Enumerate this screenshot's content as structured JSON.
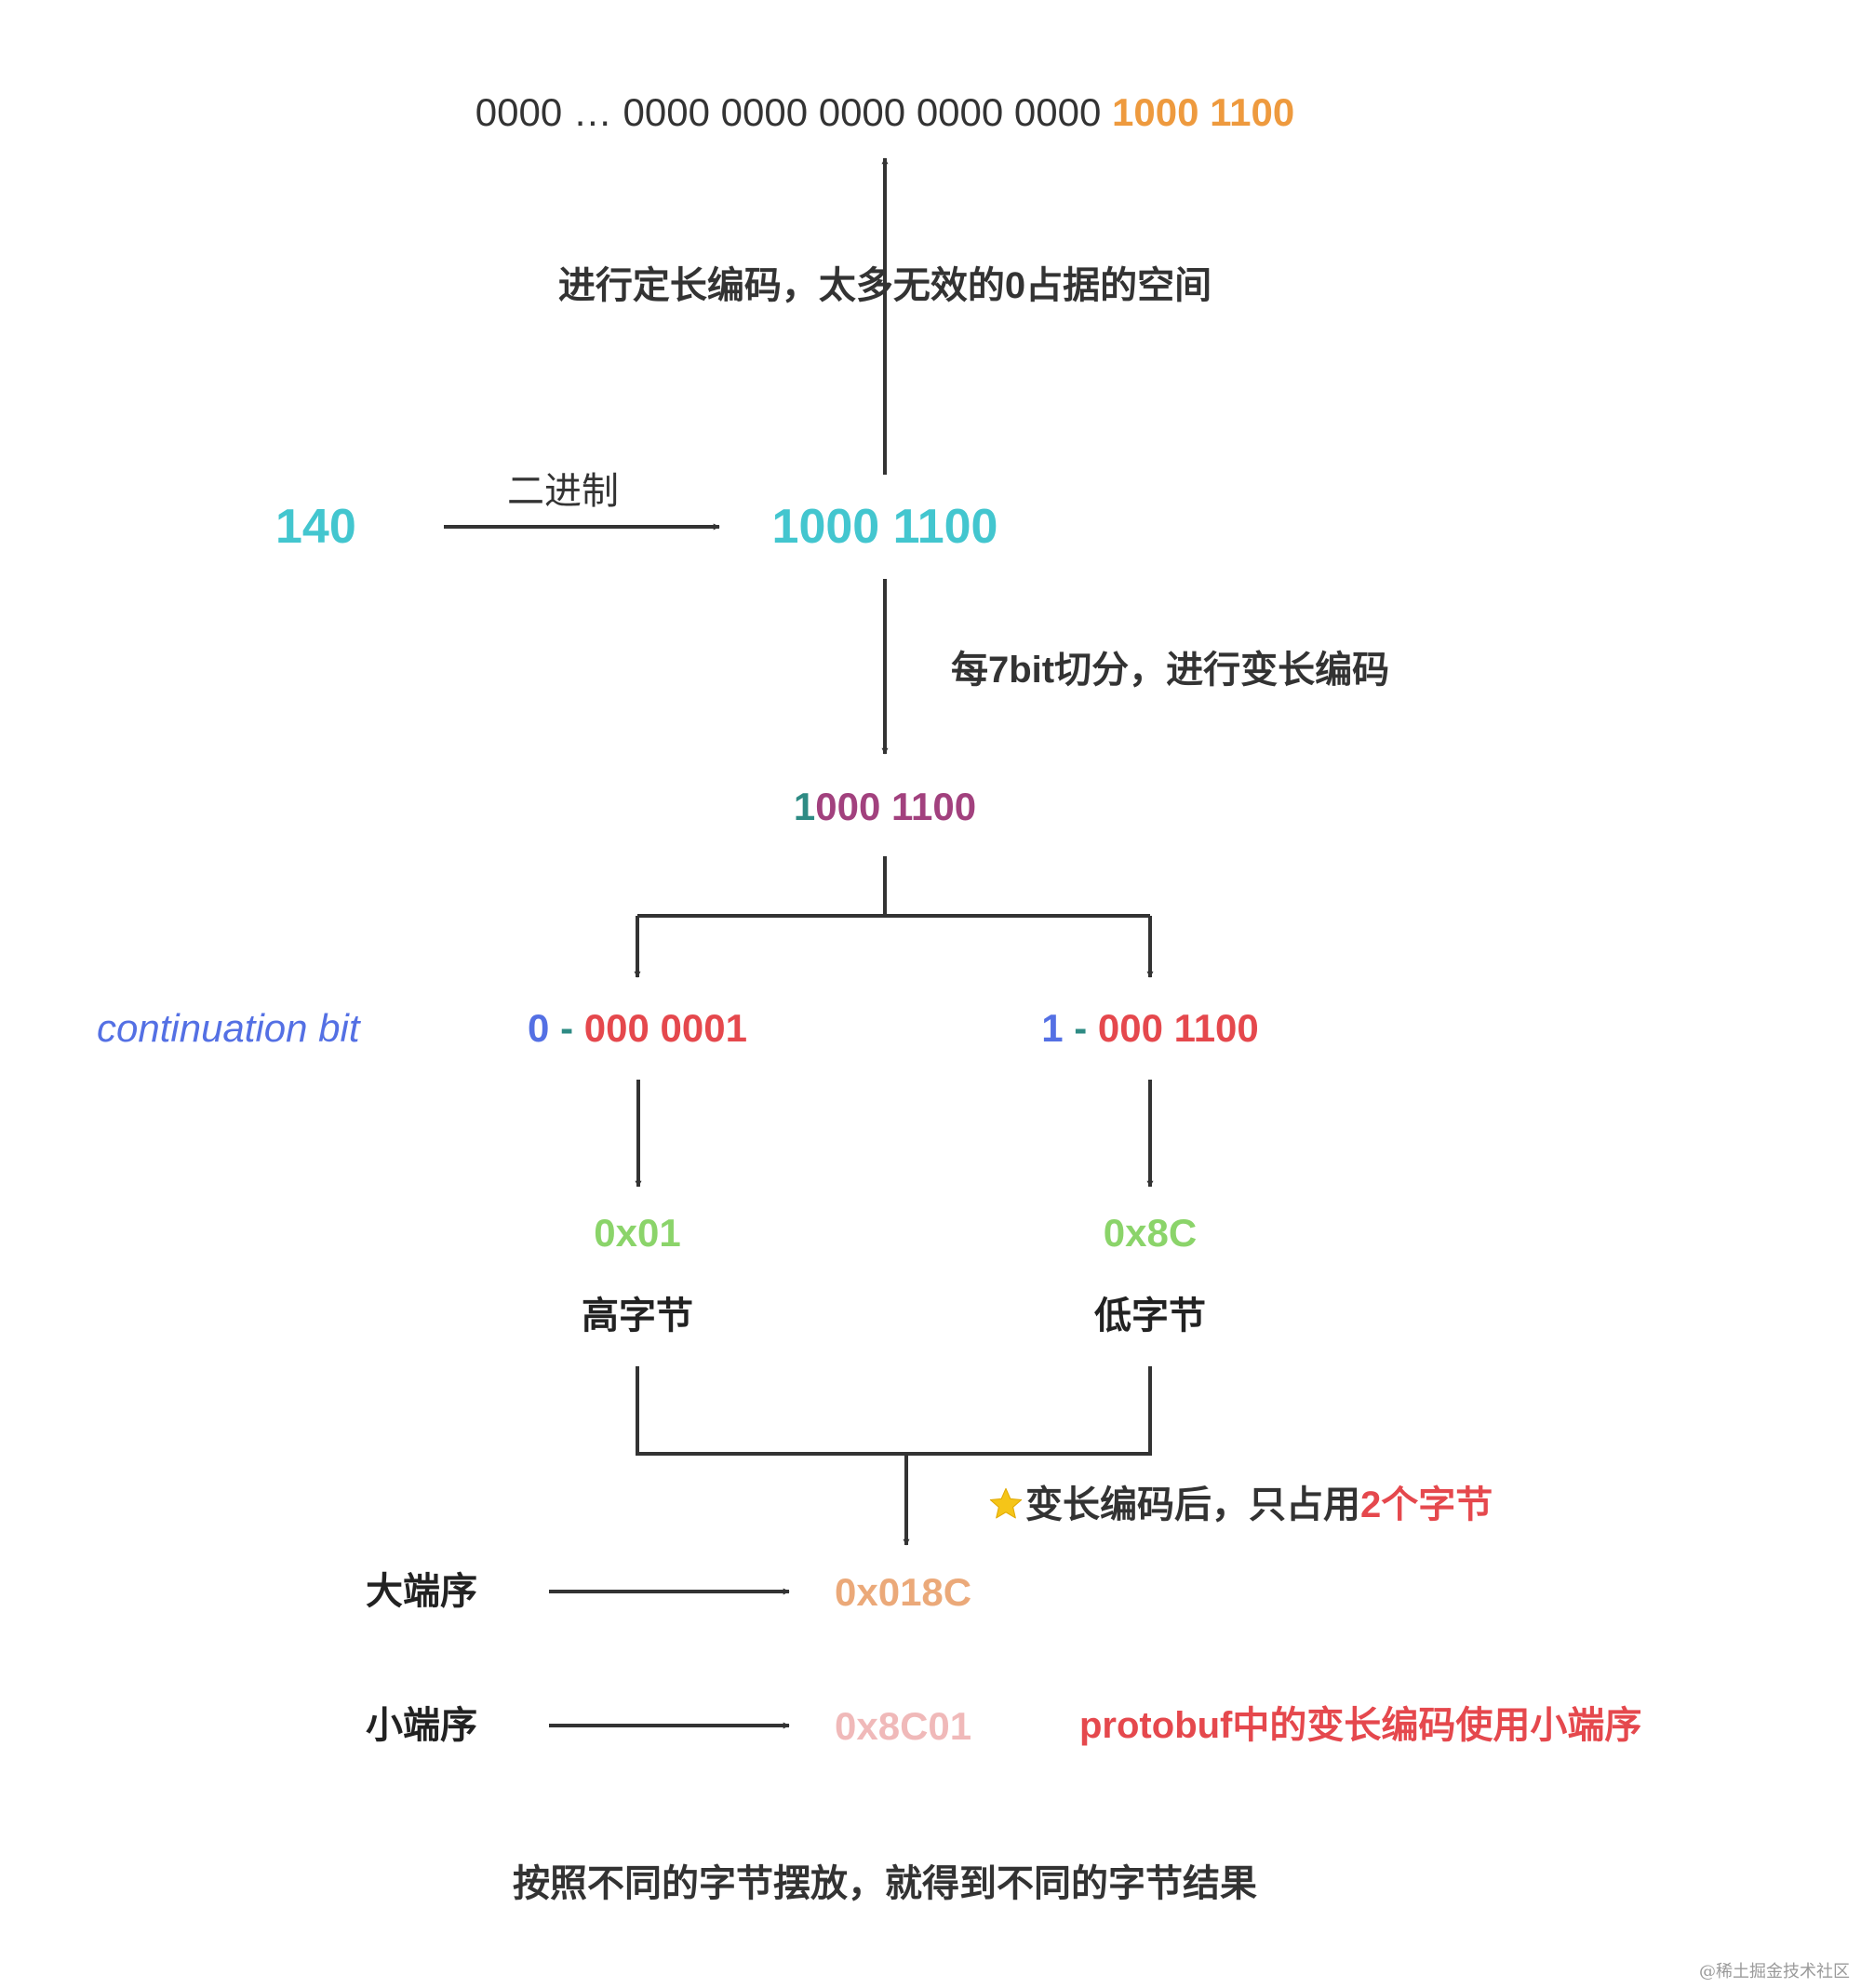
{
  "fixed_length": {
    "zeros": "0000 … 0000 0000 0000 0000 0000",
    "payload": "1000 1100",
    "caption": "进行定长编码，太多无效的0占据的空间"
  },
  "decimal": "140",
  "binary_label": "二进制",
  "binary": "1000 1100",
  "split_caption": "每7bit切分，进行变长编码",
  "split_binary": {
    "first_bit": "1",
    "rest": "000 1100"
  },
  "continuation_label": "continuation bit",
  "high_group": {
    "cont_bit": "0",
    "dash": "-",
    "bits": "000 0001",
    "hex": "0x01",
    "label": "高字节"
  },
  "low_group": {
    "cont_bit": "1",
    "dash": "-",
    "bits": "000 1100",
    "hex": "0x8C",
    "label": "低字节"
  },
  "result_note": {
    "icon": "star-icon",
    "text": "变长编码后，只占用",
    "highlight": "2个字节"
  },
  "big_endian": {
    "label": "大端序",
    "value": "0x018C"
  },
  "little_endian": {
    "label": "小端序",
    "value": "0x8C01"
  },
  "protobuf_note": "protobuf中的变长编码使用小端序",
  "footer": "按照不同的字节摆放，就得到不同的字节结果",
  "watermark": "@稀土掘金技术社区",
  "colors": {
    "orange": "#EE9A3E",
    "teal": "#43C6CF",
    "dark_teal": "#2E8B84",
    "purple": "#A2417E",
    "blue": "#5470E4",
    "red": "#E5484D",
    "green": "#8BD46A",
    "peach": "#EBA979",
    "pink": "#F0B9B9",
    "star": "#F5C518"
  }
}
